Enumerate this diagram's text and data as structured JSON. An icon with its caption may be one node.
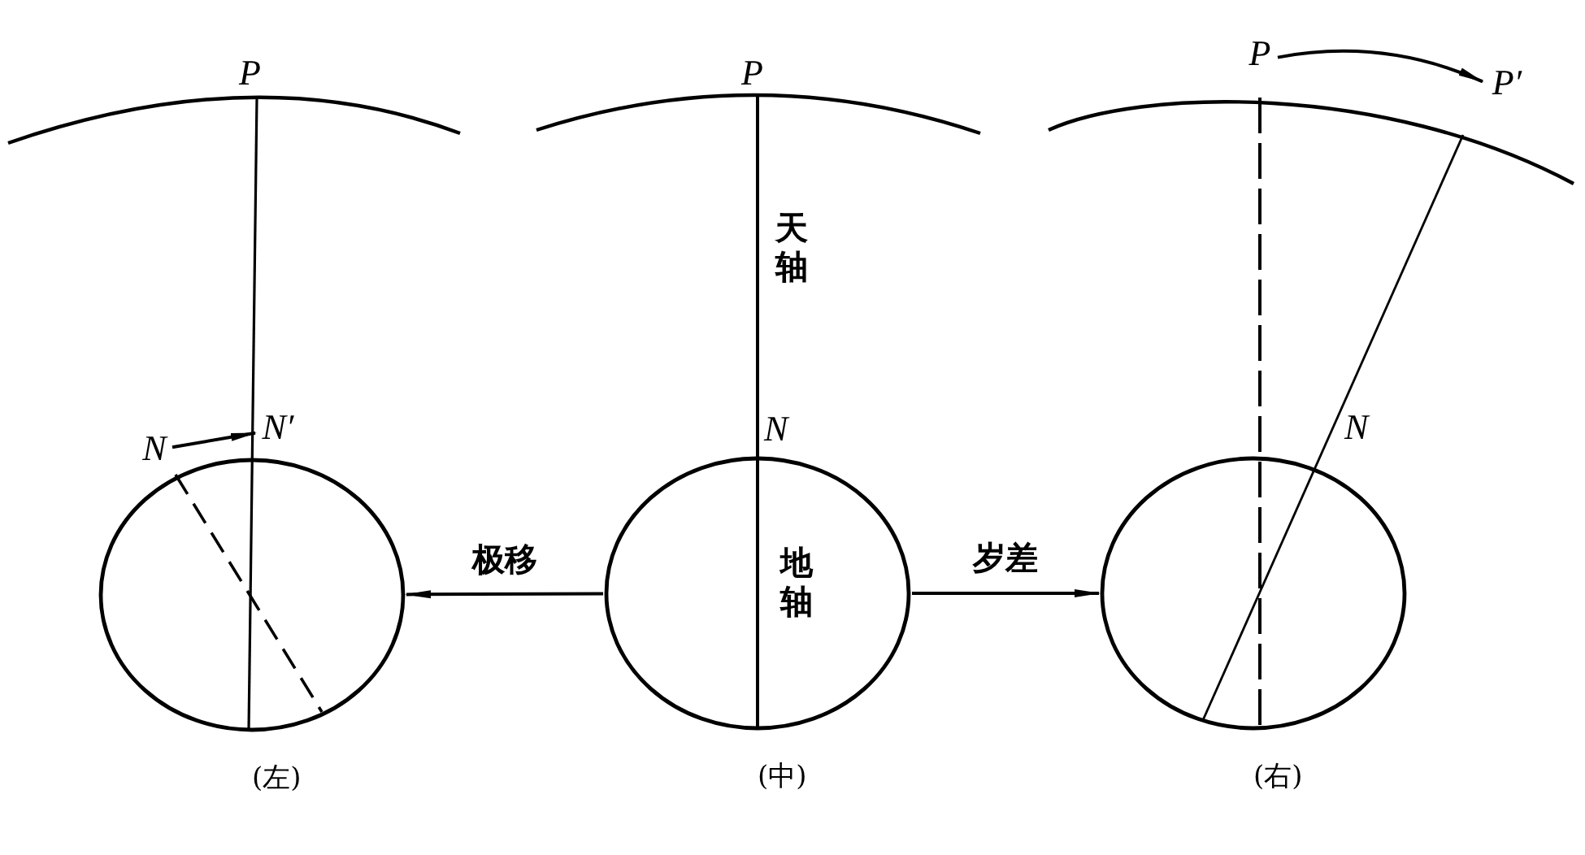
{
  "diagram": {
    "nodes": [
      {
        "text": [
          "N"
        ]
      },
      {
        "text": [
          "N′"
        ]
      },
      {
        "text": [],
        "shape": "circle",
        "beside": [
          "(左)"
        ]
      },
      {
        "text": [],
        "shape": "circle",
        "beside": [
          "(中)"
        ]
      },
      {
        "text": [
          "P"
        ]
      },
      {
        "text": [
          "P′"
        ]
      },
      {
        "text": [],
        "shape": "circle",
        "beside": [
          "(右)"
        ]
      }
    ],
    "edges": [
      {
        "from": 0,
        "to": 1,
        "arrow": "to"
      },
      {
        "from": 3,
        "to": 2,
        "arrow": "to",
        "label": "极移"
      },
      {
        "from": 3,
        "to": 6,
        "arrow": "to",
        "label": "岁差"
      },
      {
        "from": 4,
        "to": 5,
        "arrow": "to"
      }
    ],
    "labels": [
      "P",
      "P",
      "天轴",
      "N",
      "地轴",
      "N"
    ]
  }
}
